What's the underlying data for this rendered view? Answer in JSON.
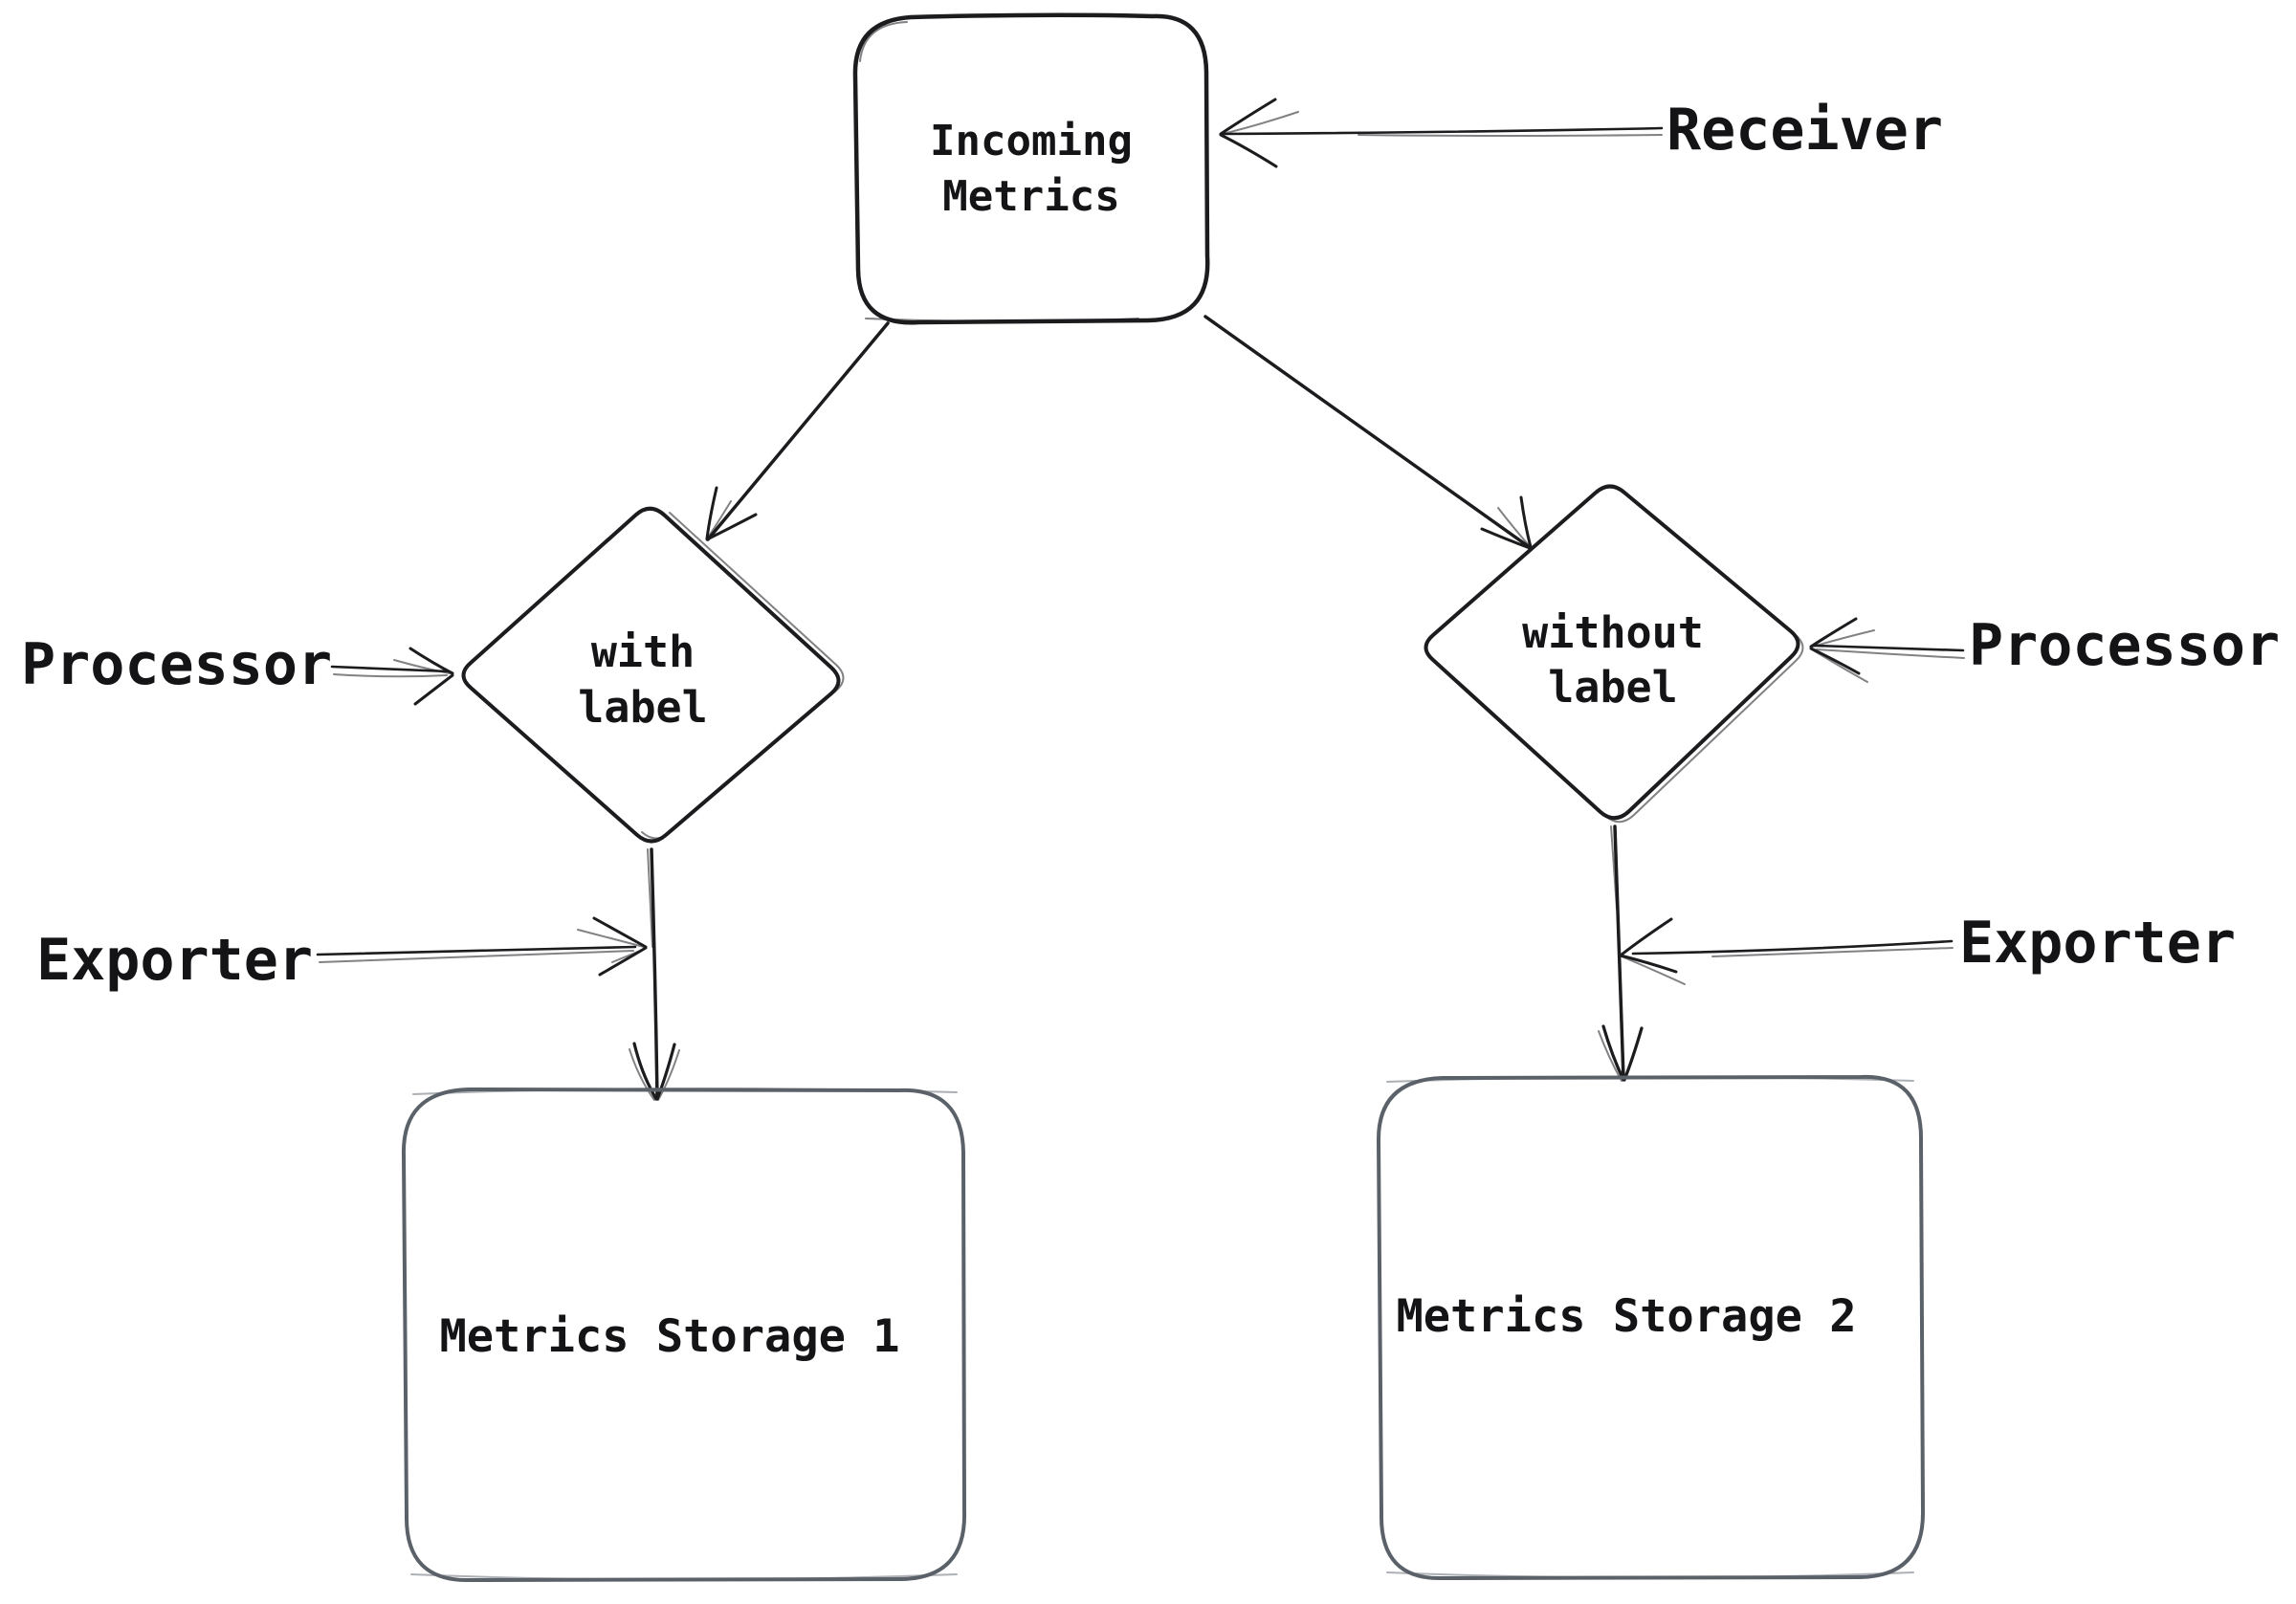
{
  "nodes": {
    "incoming": {
      "line1": "Incoming",
      "line2": "Metrics"
    },
    "with_label": {
      "line1": "with",
      "line2": "label"
    },
    "without_label": {
      "line1": "without",
      "line2": "label"
    },
    "storage1": {
      "label": "Metrics Storage 1"
    },
    "storage2": {
      "label": "Metrics Storage 2"
    }
  },
  "annotations": {
    "receiver": {
      "label": "Receiver"
    },
    "processor_left": {
      "label": "Processor"
    },
    "processor_right": {
      "label": "Processor"
    },
    "exporter_left": {
      "label": "Exporter"
    },
    "exporter_right": {
      "label": "Exporter"
    }
  },
  "colors": {
    "background": "#ffffff",
    "ink_stroke": "#1c1c1f",
    "storage_border": "#5b6169",
    "blue_hatch": "#3f9ff0",
    "blue_hatch_light": "#b3dafb",
    "yellow_hatch": "#f7ab0c",
    "yellow_hatch_light": "#fcd98e",
    "text": "#141417"
  }
}
